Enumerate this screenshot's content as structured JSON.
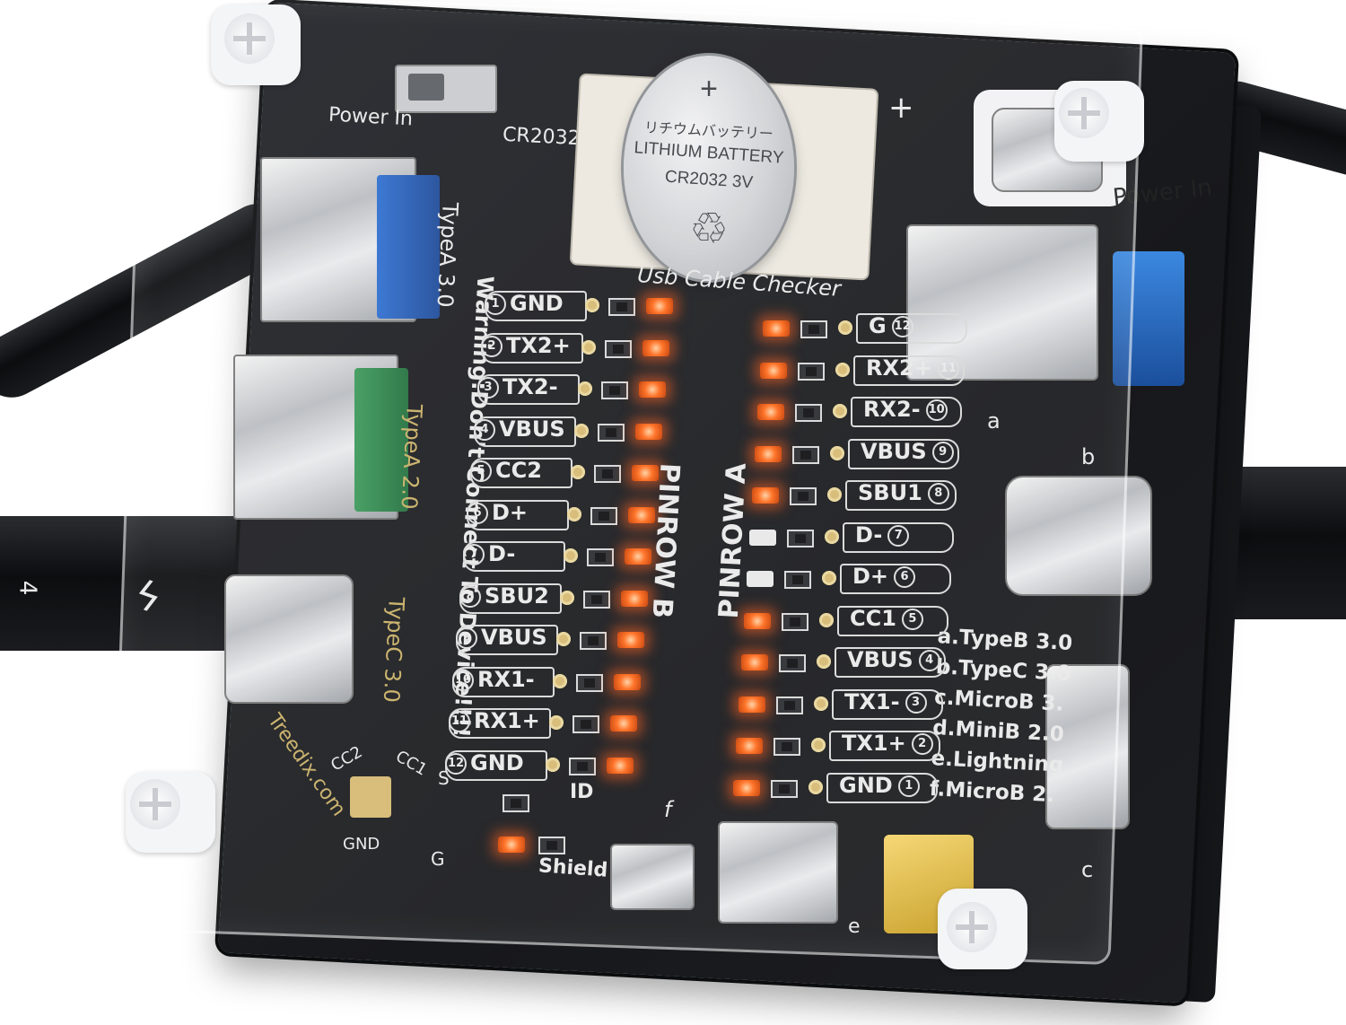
{
  "product": {
    "maker_url": "Treedix.com",
    "title": "Usb Cable Checker"
  },
  "battery": {
    "plus": "+",
    "japanese": "リチウムバッテリー",
    "line1": "LITHIUM BATTERY",
    "line2": "CR2032  3V"
  },
  "silkscreen": {
    "power_in": "Power In",
    "power_in_right": "Power In",
    "cr2032": "CR2032",
    "typea30": "TypeA 3.0",
    "typea20": "TypeA 2.0",
    "typec30": "TypeC 3.0",
    "warning": "Warning:Don't Connect To Device!!!!",
    "pinrow_b": "PINROW B",
    "pinrow_a": "PINROW A",
    "id": "ID",
    "shield": "Shield",
    "cc2": "CC2",
    "cc1": "CC1",
    "gnd": "GND",
    "s": "S",
    "g": "G",
    "f": "f",
    "e": "e",
    "c": "c",
    "b": "b",
    "a": "a",
    "plus": "+",
    "cable_text_4": "4"
  },
  "pinrow_b": [
    {
      "n": "1",
      "label": "GND"
    },
    {
      "n": "2",
      "label": "TX2+"
    },
    {
      "n": "3",
      "label": "TX2-"
    },
    {
      "n": "4",
      "label": "VBUS"
    },
    {
      "n": "5",
      "label": "CC2"
    },
    {
      "n": "6",
      "label": "D+"
    },
    {
      "n": "7",
      "label": "D-"
    },
    {
      "n": "8",
      "label": "SBU2"
    },
    {
      "n": "9",
      "label": "VBUS"
    },
    {
      "n": "10",
      "label": "RX1-"
    },
    {
      "n": "11",
      "label": "RX1+"
    },
    {
      "n": "12",
      "label": "GND"
    }
  ],
  "pinrow_a": [
    {
      "n": "12",
      "label": "G",
      "lit": 1
    },
    {
      "n": "11",
      "label": "RX2+",
      "lit": 1
    },
    {
      "n": "10",
      "label": "RX2-",
      "lit": 1
    },
    {
      "n": "9",
      "label": "VBUS",
      "lit": 1
    },
    {
      "n": "8",
      "label": "SBU1",
      "lit": 1
    },
    {
      "n": "7",
      "label": "D-",
      "lit": 0
    },
    {
      "n": "6",
      "label": "D+",
      "lit": 0
    },
    {
      "n": "5",
      "label": "CC1",
      "lit": 1
    },
    {
      "n": "4",
      "label": "VBUS",
      "lit": 1
    },
    {
      "n": "3",
      "label": "TX1-",
      "lit": 1
    },
    {
      "n": "2",
      "label": "TX1+",
      "lit": 1
    },
    {
      "n": "1",
      "label": "GND",
      "lit": 1
    }
  ],
  "legend": [
    "a.TypeB 3.0",
    "b.TypeC 3.0",
    "c.MicroB 3.",
    "d.MiniB 2.0",
    "e.Lightning",
    "f.MicroB 2."
  ],
  "colors": {
    "led": "#ff6a1a",
    "pcb": "#1c1d21",
    "silk": "#e9e9e9",
    "gold": "#c9b066"
  }
}
